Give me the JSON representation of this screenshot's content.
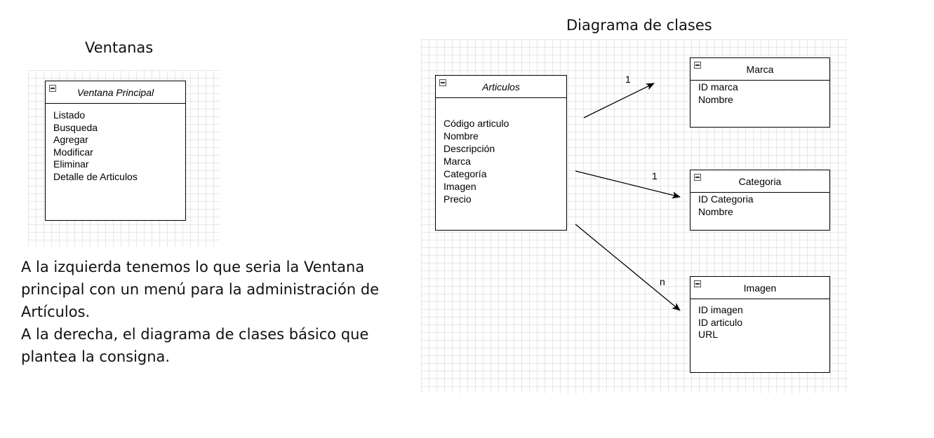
{
  "left_title": "Ventanas",
  "right_title": "Diagrama de clases",
  "window_class": {
    "name": "Ventana Principal",
    "items": [
      "Listado",
      "Busqueda",
      "Agregar",
      "Modificar",
      "Eliminar",
      "Detalle de Articulos"
    ]
  },
  "classes": {
    "articulos": {
      "name": "Articulos",
      "attributes": [
        "Código articulo",
        "Nombre",
        "Descripción",
        "Marca",
        "Categoría",
        "Imagen",
        "Precio"
      ]
    },
    "marca": {
      "name": "Marca",
      "attributes": [
        "ID marca",
        "Nombre"
      ]
    },
    "categoria": {
      "name": "Categoria",
      "attributes": [
        "ID Categoria",
        "Nombre"
      ]
    },
    "imagen": {
      "name": "Imagen",
      "attributes": [
        "ID imagen",
        "ID articulo",
        "URL"
      ]
    }
  },
  "relations": [
    {
      "from": "Articulos",
      "to": "Marca",
      "multiplicity": "1"
    },
    {
      "from": "Articulos",
      "to": "Categoria",
      "multiplicity": "1"
    },
    {
      "from": "Articulos",
      "to": "Imagen",
      "multiplicity": "n"
    }
  ],
  "description": [
    "A la izquierda tenemos lo que seria la Ventana principal con un menú para la administración de Artículos.",
    "A la derecha, el diagrama de clases básico que plantea la consigna."
  ]
}
